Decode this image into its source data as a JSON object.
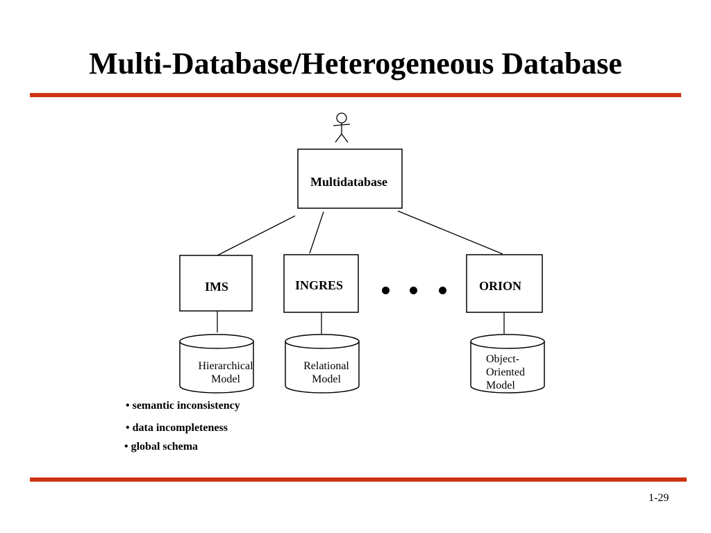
{
  "slide": {
    "title": "Multi-Database/Heterogeneous Database",
    "page_number": "1-29"
  },
  "diagram": {
    "top_box": "Multidatabase",
    "systems": [
      "IMS",
      "INGRES",
      "ORION"
    ],
    "ellipsis": "• • •",
    "databases": [
      {
        "line1": "Hierarchical",
        "line2": "Model"
      },
      {
        "line1": "Relational",
        "line2": "Model"
      },
      {
        "line1": "Object-",
        "line2": "Oriented",
        "line3": "Model"
      }
    ]
  },
  "bullets": [
    "• semantic inconsistency",
    "• data incompleteness",
    "• global schema"
  ],
  "colors": {
    "rule": "#cc3311",
    "ink": "#000000"
  }
}
